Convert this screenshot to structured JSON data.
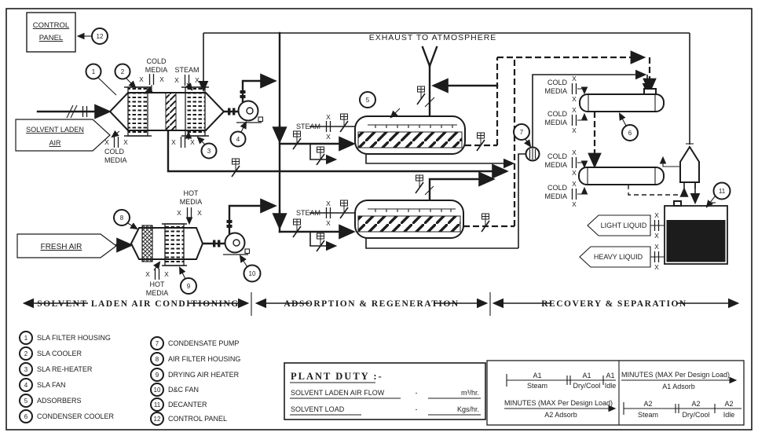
{
  "colors": {
    "ink": "#1c1c1c",
    "bg": "#ffffff",
    "decanter_fill": "#111111"
  },
  "labels": {
    "control_1": "CONTROL",
    "control_2": "PANEL",
    "exhaust": "EXHAUST TO ATMOSPHERE",
    "steam": "STEAM",
    "cold": "COLD",
    "hot": "HOT",
    "media": "MEDIA",
    "x": "X"
  },
  "banners": {
    "solvent_laden_air_1": "SOLVENT LADEN",
    "solvent_laden_air_2": "AIR",
    "fresh_air": "FRESH AIR",
    "light_liquid": "LIGHT LIQUID",
    "heavy_liquid": "HEAVY LIQUID"
  },
  "sections": {
    "s1": "SOLVENT LADEN AIR CONDITIONING",
    "s2": "ADSORPTION & REGENERATION",
    "s3": "RECOVERY & SEPARATION"
  },
  "legend": [
    {
      "num": "1",
      "label": "SLA FILTER HOUSING"
    },
    {
      "num": "2",
      "label": "SLA COOLER"
    },
    {
      "num": "3",
      "label": "SLA RE-HEATER"
    },
    {
      "num": "4",
      "label": "SLA FAN"
    },
    {
      "num": "5",
      "label": "ADSORBERS"
    },
    {
      "num": "6",
      "label": "CONDENSER COOLER"
    },
    {
      "num": "7",
      "label": "CONDENSATE PUMP"
    },
    {
      "num": "8",
      "label": "AIR FILTER HOUSING"
    },
    {
      "num": "9",
      "label": "DRYING AIR HEATER"
    },
    {
      "num": "10",
      "label": "D&C FAN"
    },
    {
      "num": "11",
      "label": "DECANTER"
    },
    {
      "num": "12",
      "label": "CONTROL PANEL"
    }
  ],
  "plant_duty": {
    "title": "PLANT DUTY :-",
    "rows": [
      {
        "label": "SOLVENT LADEN AIR FLOW",
        "sep": "-",
        "unit": "m³/hr."
      },
      {
        "label": "SOLVENT LOAD",
        "sep": "-",
        "unit": "Kgs/hr."
      }
    ]
  },
  "timing": {
    "minutes": "MINUTES (MAX Per Design Load)",
    "a1": "A1",
    "a2": "A2",
    "steam": "Steam",
    "drycool": "Dry/Cool",
    "idle": "Idle",
    "a1_adsorb": "A1 Adsorb",
    "a2_adsorb": "A2 Adsorb"
  }
}
